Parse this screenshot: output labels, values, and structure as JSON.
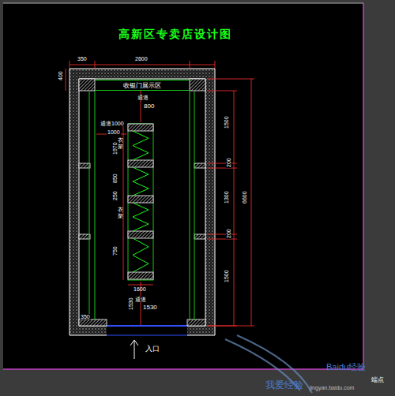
{
  "diagram": {
    "title": "高新区专卖店设计图",
    "nodes": [
      {
        "text": [
          "收银门展示区"
        ]
      }
    ],
    "labels": [
      "350",
      "2600",
      "400",
      "通道",
      "800",
      "通道1000",
      "1000",
      "衣架",
      "衣架",
      "1500",
      "200",
      "1300",
      "200",
      "1500",
      "6600",
      "通道",
      "1530",
      "1530",
      "入口",
      "350",
      "端点",
      "我爱经验",
      "jingyan.baidu.com",
      "Baidu经验",
      "1970",
      "850",
      "250",
      "750",
      "1600"
    ]
  }
}
